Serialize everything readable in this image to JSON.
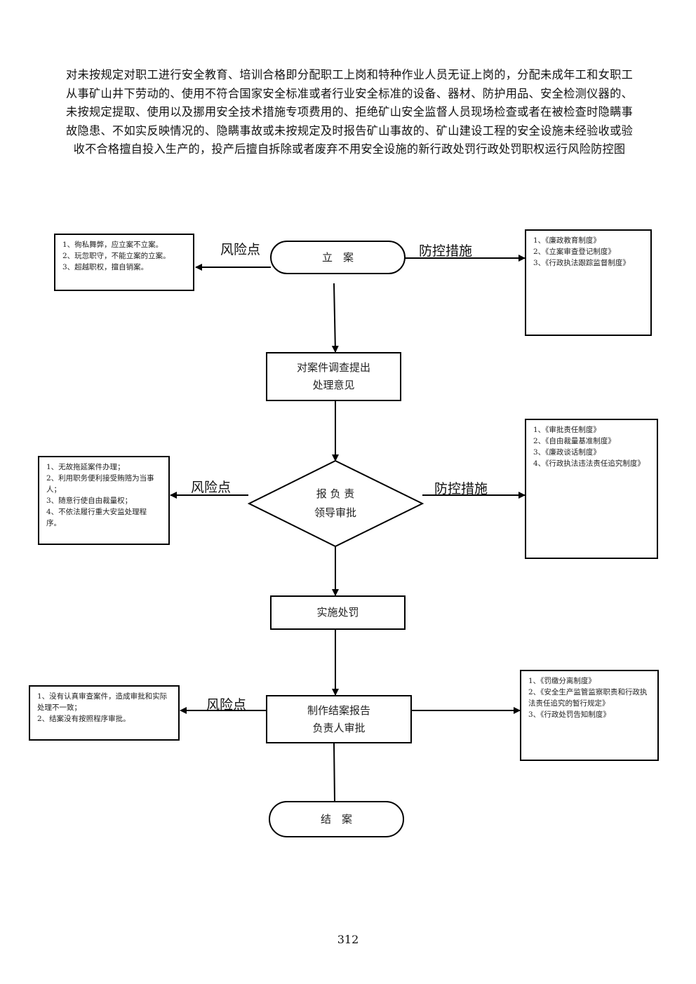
{
  "title": "对未按规定对职工进行安全教育、培训合格即分配职工上岗和特种作业人员无证上岗的，分配未成年工和女职工从事矿山井下劳动的、使用不符合国家安全标准或者行业安全标准的设备、器材、防护用品、安全检测仪器的、未按规定提取、使用以及挪用安全技术措施专项费用的、拒绝矿山安全监督人员现场检查或者在被检查时隐瞒事故隐患、不如实反映情况的、隐瞒事故或未按规定及时报告矿山事故的、矿山建设工程的安全设施未经验收或验收不合格擅自投入生产的，投产后擅自拆除或者废弃不用安全设施的新行政处罚行政处罚职权运行风险防控图",
  "labels": {
    "risk": "风险点",
    "control": "防控措施"
  },
  "steps": {
    "start": "立　案",
    "investigate": [
      "对案件调查提出",
      "处理意见"
    ],
    "approve": [
      "报 负 责",
      "领导审批"
    ],
    "execute": "实施处罚",
    "report": [
      "制作结案报告",
      "负责人审批"
    ],
    "end": "结　案"
  },
  "risks": {
    "start": [
      "1、徇私舞弊，应立案不立案。",
      "2、玩忽职守，不能立案的立案。",
      "3、超越职权，擅自销案。"
    ],
    "approve": [
      "1、无故拖延案件办理；",
      "2、利用职务便利接受贿赂为当事人；",
      "3、随意行使自由裁量权；",
      "4、不依法履行重大安监处理程序。"
    ],
    "report": [
      "1、没有认真审查案件，造成审批和实际处理不一致；",
      "2、结案没有按照程序审批。"
    ]
  },
  "controls": {
    "start": [
      "1、《廉政教育制度》",
      "2、《立案审查登记制度》",
      "3、《行政执法跟踪监督制度》"
    ],
    "approve": [
      "1、《审批责任制度》",
      "2、《自由裁量基准制度》",
      "3、《廉政谈话制度》",
      "4、《行政执法违法责任追究制度》"
    ],
    "report": [
      "1、《罚缴分离制度》",
      "2、《安全生产监管监察职责和行政执法责任追究的暂行规定》",
      "3、《行政处罚告知制度》"
    ]
  },
  "page_number": "312"
}
